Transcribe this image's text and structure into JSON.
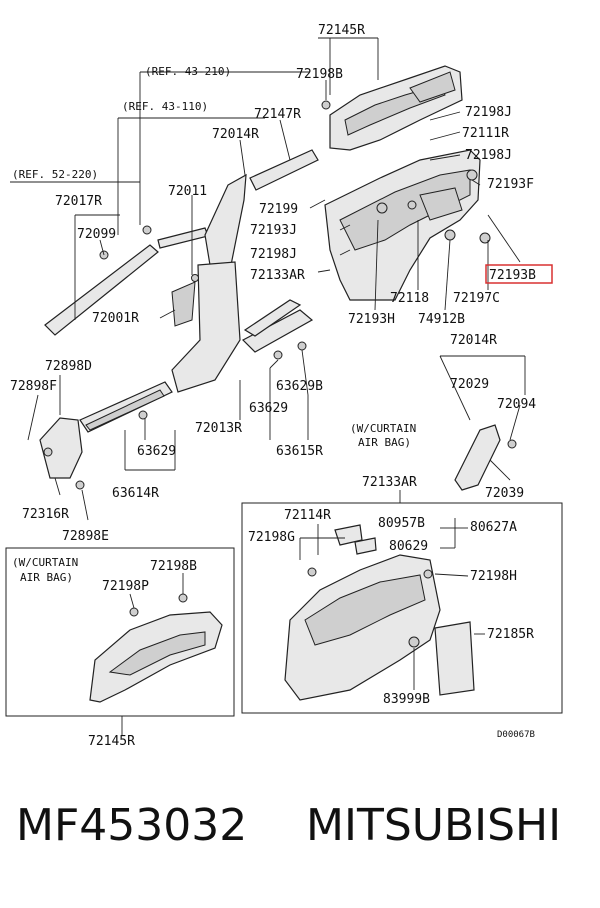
{
  "labels": {
    "72145R_top": "72145R",
    "ref43_210": "(REF. 43-210)",
    "72198B_top": "72198B",
    "ref43_110": "(REF. 43-110)",
    "72147R": "72147R",
    "72198J_a": "72198J",
    "72111R": "72111R",
    "72014R_a": "72014R",
    "72198J_b": "72198J",
    "ref52_220": "(REF. 52-220)",
    "72011": "72011",
    "72193F": "72193F",
    "72017R": "72017R",
    "72199": "72199",
    "72099": "72099",
    "72193J": "72193J",
    "72198J_c": "72198J",
    "72133AR_a": "72133AR",
    "72193B": "72193B",
    "72001R": "72001R",
    "72118": "72118",
    "72197C": "72197C",
    "72193H": "72193H",
    "74912B": "74912B",
    "72014R_b": "72014R",
    "72898D": "72898D",
    "72898F": "72898F",
    "63629B": "63629B",
    "72029": "72029",
    "63629_a": "63629",
    "72094": "72094",
    "72013R": "72013R",
    "curtain_a": "(W/CURTAIN\nAIR BAG)",
    "63629_b": "63629",
    "63615R": "63615R",
    "63614R": "63614R",
    "72039": "72039",
    "72133AR_b": "72133AR",
    "72316R": "72316R",
    "72898E": "72898E",
    "72114R": "72114R",
    "80957B": "80957B",
    "80627A": "80627A",
    "72198G": "72198G",
    "80629": "80629",
    "curtain_b": "(W/CURTAIN\nAIR BAG)",
    "72198B_b": "72198B",
    "72198H": "72198H",
    "72198P": "72198P",
    "72185R": "72185R",
    "83999B": "83999B",
    "72145R_bottom": "72145R",
    "code": "D00067B"
  },
  "footer": {
    "part_number": "MF453032",
    "brand": "MITSUBISHI"
  },
  "colors": {
    "highlight": "#d83030"
  }
}
